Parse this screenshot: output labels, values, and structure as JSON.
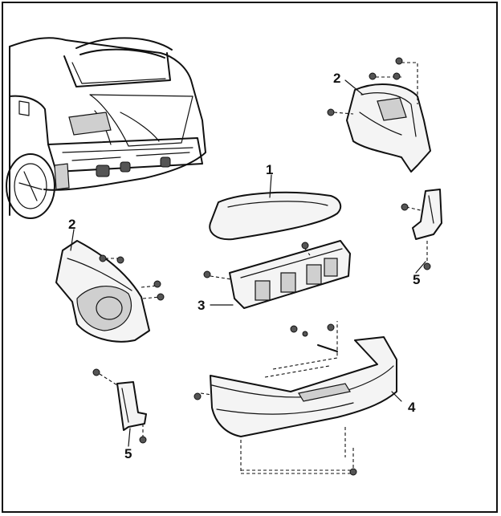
{
  "diagram": {
    "callouts": [
      {
        "id": "c1",
        "label": "1"
      },
      {
        "id": "c2a",
        "label": "2"
      },
      {
        "id": "c2b",
        "label": "2"
      },
      {
        "id": "c3",
        "label": "3"
      },
      {
        "id": "c4",
        "label": "4"
      },
      {
        "id": "c5a",
        "label": "5"
      },
      {
        "id": "c5b",
        "label": "5"
      }
    ]
  },
  "colors": {
    "line": "#111111",
    "background": "#ffffff",
    "shade": "#cfcfcf"
  }
}
